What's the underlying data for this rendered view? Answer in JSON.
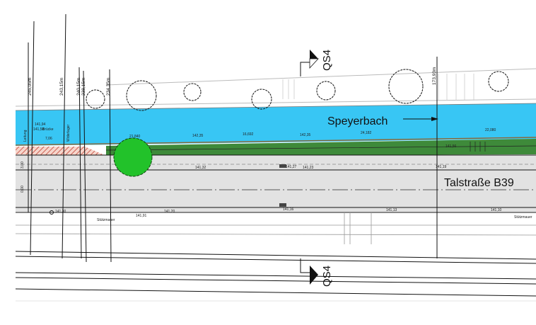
{
  "labels": {
    "river": "Speyerbach",
    "road": "Talstraße B39",
    "section_top": "QS4",
    "section_bottom": "QS4",
    "retaining_wall_left": "Stützmauer",
    "retaining_wall_right": "Stützmauer",
    "pipe": "Leitung",
    "bridge": "Brücke",
    "abutment": "Widerlager"
  },
  "stations": [
    "245,05m",
    "243,15m",
    "240,15m",
    "238,15m",
    "234,35m",
    "173,93m"
  ],
  "offsets": [
    "3,00",
    "0,00"
  ],
  "distances": [
    "7,06",
    "21,840",
    "16,692",
    "24,182",
    "22,080"
  ],
  "elevations": {
    "bridge_top": "141,94",
    "bridge_bottom": "141,58",
    "road_1": "141,32",
    "road_2": "141,27",
    "road_3": "141,23",
    "road_4": "141,19",
    "wall_1": "141,30",
    "wall_2": "141,91",
    "wall_3": "141,20",
    "wall_4": "141,16",
    "wall_5": "141,13",
    "wall_6": "141,10",
    "bank_1": "142,35",
    "bank_2": "142,35",
    "bank_3": "141,56"
  },
  "colors": {
    "water": "#38c6f4",
    "bank": "#3e8a3a",
    "road": "#e2e2e2",
    "tree": "#22c22a"
  }
}
